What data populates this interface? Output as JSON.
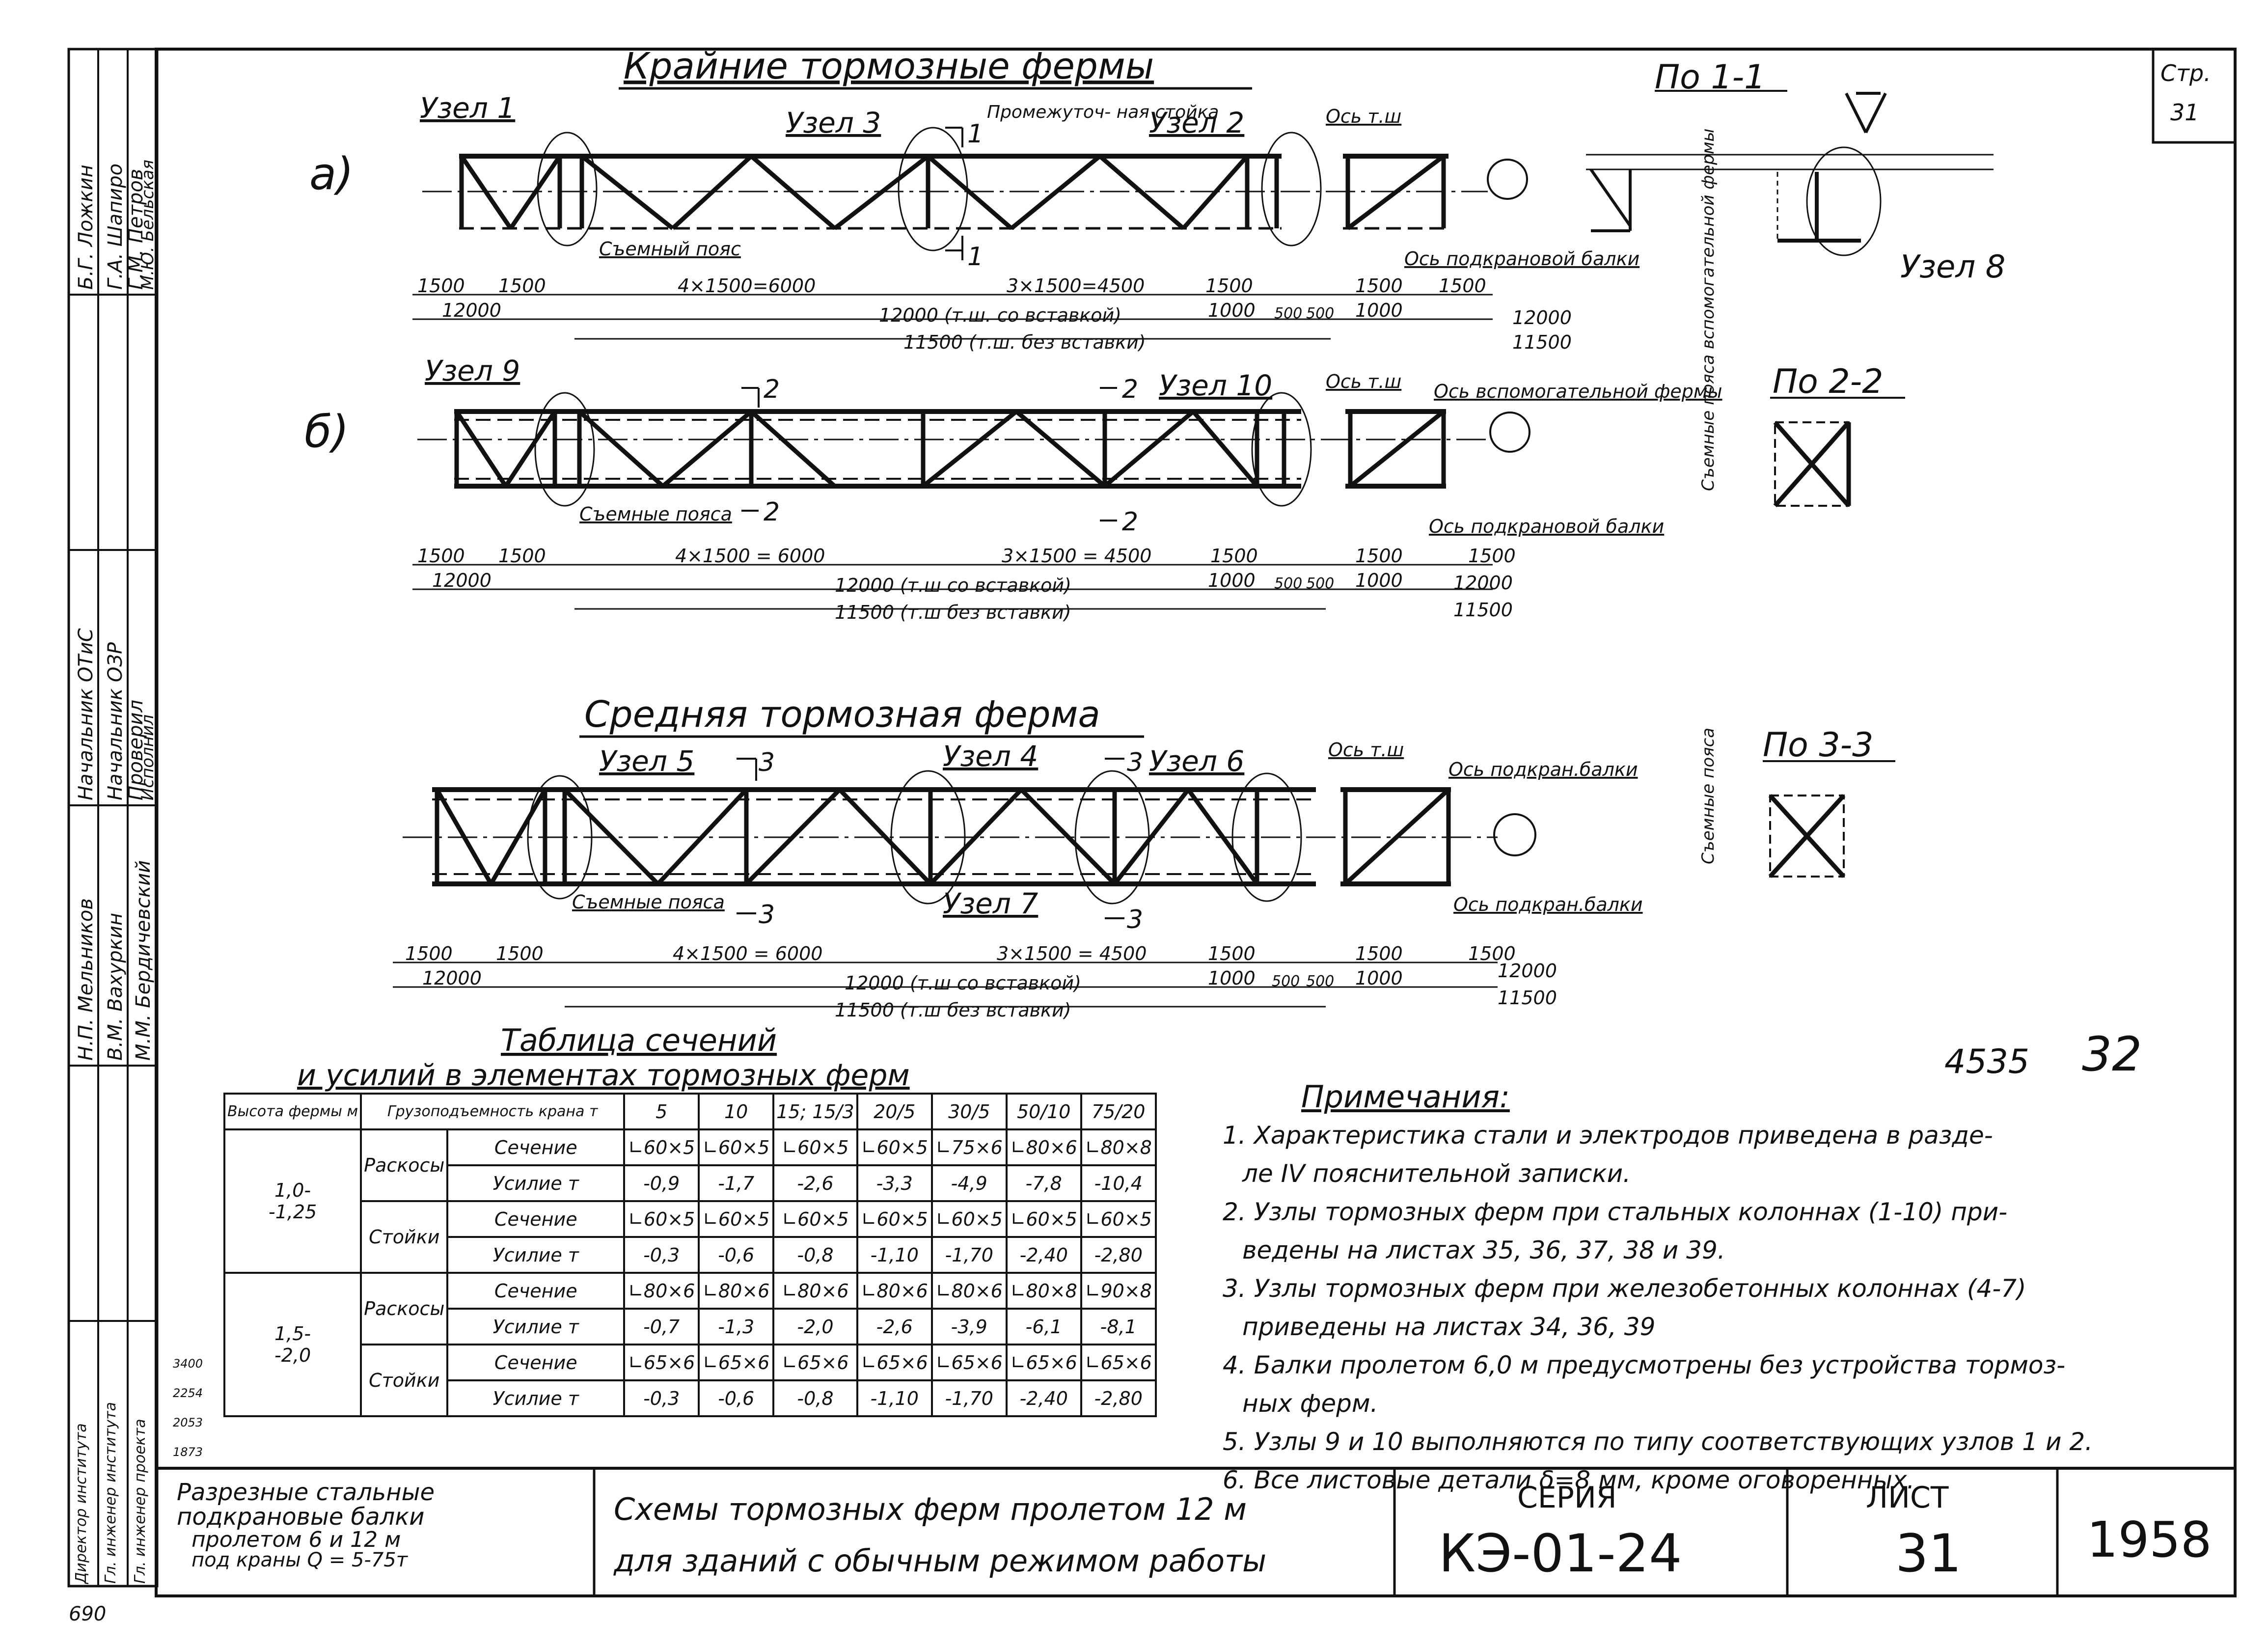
{
  "page_no_label": "Стр.",
  "page_no": "31",
  "outer_title": "Крайние тормозные фермы",
  "middle_title": "Средняя тормозная ферма",
  "variant_a": "а)",
  "variant_b": "б)",
  "truss_a": {
    "nodes": [
      "Узел 1",
      "Узел 3",
      "Узел 2"
    ],
    "intermediate_post": "Промежуточ-\nная стойка",
    "removable_chord": "Съемный пояс",
    "rail_axis": "Ось т.ш",
    "crane_beam_axis": "Ось подкрановой балки",
    "section_mark": "1",
    "dims_top": [
      "1500",
      "1500",
      "4×1500=6000",
      "3×1500=4500",
      "1500",
      "1500",
      "1500"
    ],
    "dims_mid": [
      "12000",
      "1000",
      "500",
      "500",
      "1000"
    ],
    "total_with": "12000 (т.ш. со вставкой)",
    "total_without": "11500 (т.ш. без вставки)",
    "right_12000": "12000",
    "right_11500": "11500"
  },
  "truss_b": {
    "nodes": [
      "Узел 9",
      "Узел 10"
    ],
    "removable_chords": "Съемные пояса",
    "rail_axis": "Ось т.ш",
    "aux_truss_axis": "Ось вспомогательной фермы",
    "crane_beam_axis": "Ось подкрановой балки",
    "section_mark": "2",
    "dims_top": [
      "1500",
      "1500",
      "4×1500 = 6000",
      "3×1500 = 4500",
      "1500",
      "1500",
      "1500"
    ],
    "dims_mid": [
      "12000",
      "1000",
      "500",
      "500",
      "1000"
    ],
    "total_with": "12000 (т.ш со вставкой)",
    "total_without": "11500 (т.ш без вставки)",
    "right_12000": "12000",
    "right_11500": "11500"
  },
  "truss_c": {
    "nodes": [
      "Узел 5",
      "Узел 4",
      "Узел 6",
      "Узел 7"
    ],
    "removable_chords": "Съемные пояса",
    "rail_axis": "Ось т.ш",
    "crane_beam_axis": "Ось подкран.балки",
    "section_mark": "3",
    "dims_top": [
      "1500",
      "1500",
      "4×1500 = 6000",
      "3×1500 = 4500",
      "1500",
      "1500",
      "1500"
    ],
    "dims_mid": [
      "12000",
      "1000",
      "500",
      "500",
      "1000"
    ],
    "total_with": "12000 (т.ш со вставкой)",
    "total_without": "11500 (т.ш без вставки)",
    "right_12000": "12000",
    "right_11500": "11500"
  },
  "sections": {
    "s11": "По 1-1",
    "s22": "По 2-2",
    "s33": "По 3-3",
    "node8": "Узел 8",
    "removable_aux_chords": "Съемные пояса вспомогательной фермы",
    "removable_chords": "Съемные пояса"
  },
  "stamp_number": "4535",
  "stamp_number_2": "32",
  "table": {
    "title_1": "Таблица сечений",
    "title_2": "и усилий в элементах тормозных ферм",
    "h_height": "Высота фермы м",
    "h_capacity": "Грузоподъемность крана т",
    "capacities": [
      "5",
      "10",
      "15; 15/3",
      "20/5",
      "30/5",
      "50/10",
      "75/20"
    ],
    "rows": [
      {
        "height": "1,0-\n-1,25",
        "element": "Раскосы",
        "kind": "Сечение",
        "vals": [
          "∟60×5",
          "∟60×5",
          "∟60×5",
          "∟60×5",
          "∟75×6",
          "∟80×6",
          "∟80×8"
        ]
      },
      {
        "height": "",
        "element": "",
        "kind": "Усилие т",
        "vals": [
          "-0,9",
          "-1,7",
          "-2,6",
          "-3,3",
          "-4,9",
          "-7,8",
          "-10,4"
        ]
      },
      {
        "height": "",
        "element": "Стойки",
        "kind": "Сечение",
        "vals": [
          "∟60×5",
          "∟60×5",
          "∟60×5",
          "∟60×5",
          "∟60×5",
          "∟60×5",
          "∟60×5"
        ]
      },
      {
        "height": "",
        "element": "",
        "kind": "Усилие т",
        "vals": [
          "-0,3",
          "-0,6",
          "-0,8",
          "-1,10",
          "-1,70",
          "-2,40",
          "-2,80"
        ]
      },
      {
        "height": "1,5-\n-2,0",
        "element": "Раскосы",
        "kind": "Сечение",
        "vals": [
          "∟80×6",
          "∟80×6",
          "∟80×6",
          "∟80×6",
          "∟80×6",
          "∟80×8",
          "∟90×8"
        ]
      },
      {
        "height": "",
        "element": "",
        "kind": "Усилие т",
        "vals": [
          "-0,7",
          "-1,3",
          "-2,0",
          "-2,6",
          "-3,9",
          "-6,1",
          "-8,1"
        ]
      },
      {
        "height": "",
        "element": "Стойки",
        "kind": "Сечение",
        "vals": [
          "∟65×6",
          "∟65×6",
          "∟65×6",
          "∟65×6",
          "∟65×6",
          "∟65×6",
          "∟65×6"
        ]
      },
      {
        "height": "",
        "element": "",
        "kind": "Усилие т",
        "vals": [
          "-0,3",
          "-0,6",
          "-0,8",
          "-1,10",
          "-1,70",
          "-2,40",
          "-2,80"
        ]
      }
    ]
  },
  "notes": {
    "title": "Примечания:",
    "items": [
      "1. Характеристика стали и электродов приведена в разде-",
      "ле IV пояснительной записки.",
      "2. Узлы тормозных ферм при стальных колоннах (1-10) при-",
      "ведены на листах 35, 36, 37, 38 и 39.",
      "3. Узлы тормозных ферм при железобетонных колоннах (4-7)",
      "приведены на листах 34, 36, 39",
      "4. Балки пролетом 6,0 м предусмотрены без устройства тормоз-",
      "ных ферм.",
      "5. Узлы 9 и 10 выполняются по типу соответствующих узлов 1 и 2.",
      "6. Все листовые детали δ=8 мм, кроме оговоренных."
    ]
  },
  "title_block": {
    "left_1": "Разрезные стальные",
    "left_2": "подкрановые балки",
    "left_3": "пролетом 6 и 12 м",
    "left_4": "под краны Q = 5-75т",
    "center_1": "Схемы тормозных ферм пролетом 12 м",
    "center_2": "для зданий с обычным режимом работы",
    "series_label": "СЕРИЯ",
    "series": "КЭ-01-24",
    "sheet_label": "ЛИСТ",
    "sheet": "31",
    "year": "1958"
  },
  "side_stamp": {
    "names_1": [
      "Б.Г. Ложкин",
      "Г.А. Шапиро",
      "Г.М. Петров",
      "М.Ю. Бельская"
    ],
    "roles_1": [
      "Начальник ОТиС",
      "Начальник ОЗР",
      "Проверил",
      "Исполнил"
    ],
    "names_2": [
      "Н.П. Мельников",
      "В.М. Вахуркин",
      "М.М. Бердичевский"
    ],
    "roles_2": [
      "Директор института",
      "Гл. инженер института",
      "Гл. инженер проекта"
    ],
    "side_numbers": [
      "3400",
      "2254",
      "2053",
      "1873"
    ]
  },
  "bottom_number": "690"
}
